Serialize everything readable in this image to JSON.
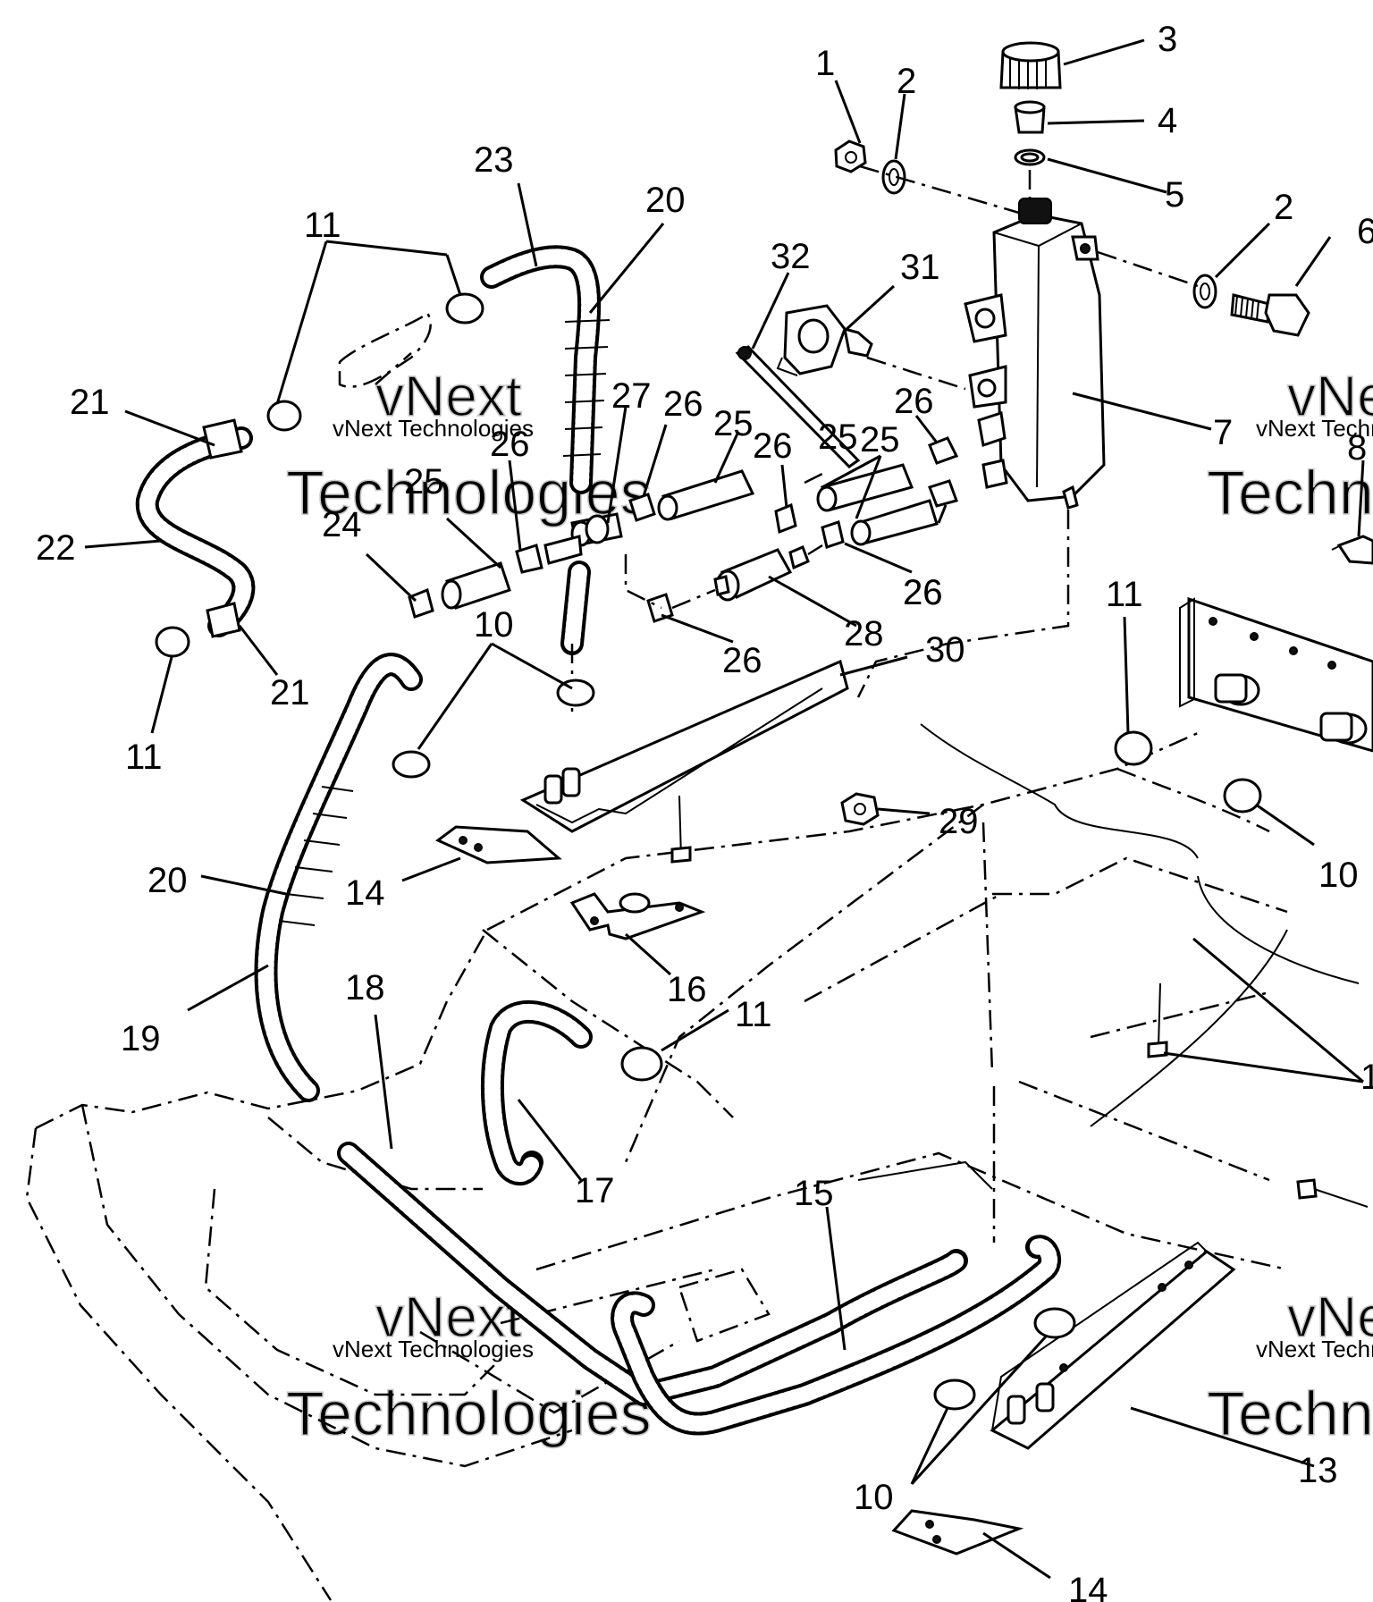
{
  "watermark": {
    "brand_top": "vNext",
    "brand_bottom": "Technologies",
    "caption": "vNext Technologies"
  },
  "callouts": [
    {
      "id": "callout-1",
      "text": "1"
    },
    {
      "id": "callout-2a",
      "text": "2"
    },
    {
      "id": "callout-3",
      "text": "3"
    },
    {
      "id": "callout-4",
      "text": "4"
    },
    {
      "id": "callout-5",
      "text": "5"
    },
    {
      "id": "callout-2b",
      "text": "2"
    },
    {
      "id": "callout-6",
      "text": "6"
    },
    {
      "id": "callout-7",
      "text": "7"
    },
    {
      "id": "callout-8",
      "text": "8"
    },
    {
      "id": "callout-11a",
      "text": "11"
    },
    {
      "id": "callout-23",
      "text": "23"
    },
    {
      "id": "callout-20a",
      "text": "20"
    },
    {
      "id": "callout-32",
      "text": "32"
    },
    {
      "id": "callout-31",
      "text": "31"
    },
    {
      "id": "callout-21a",
      "text": "21"
    },
    {
      "id": "callout-22",
      "text": "22"
    },
    {
      "id": "callout-21b",
      "text": "21"
    },
    {
      "id": "callout-11b",
      "text": "11"
    },
    {
      "id": "callout-27",
      "text": "27"
    },
    {
      "id": "callout-26a",
      "text": "26"
    },
    {
      "id": "callout-25a",
      "text": "25"
    },
    {
      "id": "callout-26b",
      "text": "26"
    },
    {
      "id": "callout-26c",
      "text": "26"
    },
    {
      "id": "callout-25b",
      "text": "25"
    },
    {
      "id": "callout-26d",
      "text": "26"
    },
    {
      "id": "callout-24",
      "text": "24"
    },
    {
      "id": "callout-25c",
      "text": "25"
    },
    {
      "id": "callout-26e",
      "text": "26"
    },
    {
      "id": "callout-25d",
      "text": "25"
    },
    {
      "id": "callout-26f",
      "text": "26"
    },
    {
      "id": "callout-28",
      "text": "28"
    },
    {
      "id": "callout-26g",
      "text": "26"
    },
    {
      "id": "callout-30",
      "text": "30"
    },
    {
      "id": "callout-10a",
      "text": "10"
    },
    {
      "id": "callout-11c",
      "text": "11"
    },
    {
      "id": "callout-29",
      "text": "29"
    },
    {
      "id": "callout-10b",
      "text": "10"
    },
    {
      "id": "callout-20b",
      "text": "20"
    },
    {
      "id": "callout-14a",
      "text": "14"
    },
    {
      "id": "callout-16",
      "text": "16"
    },
    {
      "id": "callout-19",
      "text": "19"
    },
    {
      "id": "callout-18",
      "text": "18"
    },
    {
      "id": "callout-11d",
      "text": "11"
    },
    {
      "id": "callout-17",
      "text": "17"
    },
    {
      "id": "callout-15",
      "text": "15"
    },
    {
      "id": "callout-1x",
      "text": "1"
    },
    {
      "id": "callout-10c",
      "text": "10"
    },
    {
      "id": "callout-13",
      "text": "13"
    },
    {
      "id": "callout-14b",
      "text": "14"
    }
  ]
}
